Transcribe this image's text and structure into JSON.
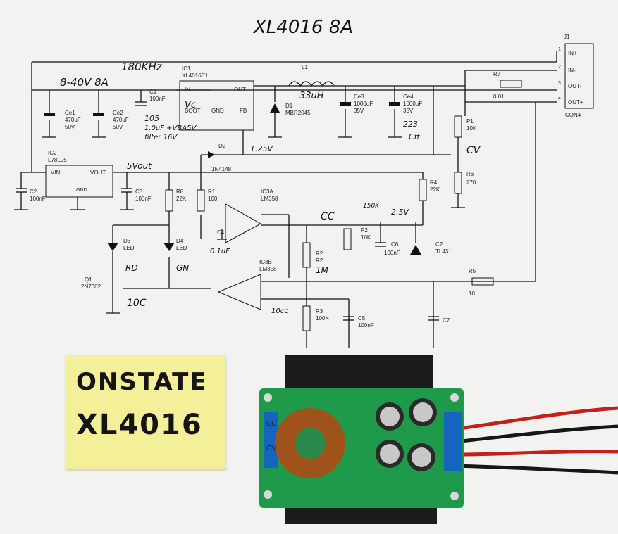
{
  "title": "XL4016  8A",
  "freq": "180KHz",
  "vin_range": "8-40V 8A",
  "ic1": {
    "ref": "IC1",
    "part": "XL4016E1",
    "pin_in": "IN",
    "pin_out": "OUT",
    "pin_boot": "BOOT",
    "pin_gnd": "GND",
    "pin_fb": "FB",
    "vc": "Vc",
    "note1": "105",
    "note2": "1.0uF +VBA5V",
    "note3": "filter 16V"
  },
  "ic2": {
    "ref": "IC2",
    "part": "L78L05",
    "pin_vin": "VIN",
    "pin_vout": "VOUT",
    "pin_gnd": "GND",
    "vout": "5Vout"
  },
  "j1": {
    "ref": "J1",
    "pins": [
      "IN+",
      "IN-",
      "OUT-",
      "OUT+"
    ],
    "pin_nums": [
      "1",
      "2",
      "3",
      "4"
    ],
    "name": "CON4"
  },
  "parts": {
    "ce1": [
      "Ce1",
      "470uF",
      "50V"
    ],
    "ce2": [
      "Ce2",
      "470uF",
      "50V"
    ],
    "c1": [
      "C1",
      "100nF"
    ],
    "c2": [
      "C2",
      "100nF"
    ],
    "l1": [
      "L1",
      "33uH"
    ],
    "d1": [
      "D1",
      "MBR2045"
    ],
    "ce3": [
      "Ce3",
      "1000uF",
      "35V"
    ],
    "ce4": [
      "Ce4",
      "1000uF",
      "35V"
    ],
    "r7": [
      "R7",
      "0.01"
    ],
    "p1": [
      "P1",
      "10K"
    ],
    "cv": "CV",
    "r6": [
      "R6",
      "270"
    ],
    "cap_note": [
      "223",
      "Cff"
    ],
    "d2": [
      "D2",
      "1N4148"
    ],
    "v125": "1.25V",
    "c3": [
      "C3",
      "100nF"
    ],
    "r8": [
      "R8",
      "22K"
    ],
    "r1": [
      "R1",
      "100"
    ],
    "ic3a": [
      "IC3A",
      "LM358"
    ],
    "c4": [
      "C4",
      "0.1uF"
    ],
    "cc": "CC",
    "r4": [
      "R4",
      "22K"
    ],
    "p2": [
      "P2",
      "10K"
    ],
    "p2_note": "150K",
    "v25": "2.5V",
    "c6": [
      "C6",
      "100nF"
    ],
    "c2b": [
      "C2",
      "TL431"
    ],
    "r2": [
      "R2",
      "R2",
      "1M"
    ],
    "d3": [
      "D3",
      "LED",
      "RD"
    ],
    "d4": [
      "D4",
      "LED",
      "GN"
    ],
    "q1": [
      "Q1",
      "2N7002"
    ],
    "q1_note": "10C",
    "ic3b": [
      "IC3B",
      "LM358"
    ],
    "r5": [
      "R5",
      "10"
    ],
    "c7": "C7",
    "r3": [
      "R3",
      "100K"
    ],
    "c5": [
      "C5",
      "100nF"
    ],
    "note10": "10cc"
  },
  "sticky": {
    "line1": "ONSTATE",
    "line2": "XL4016"
  },
  "board": {
    "labels": [
      "CC",
      "CV"
    ]
  }
}
